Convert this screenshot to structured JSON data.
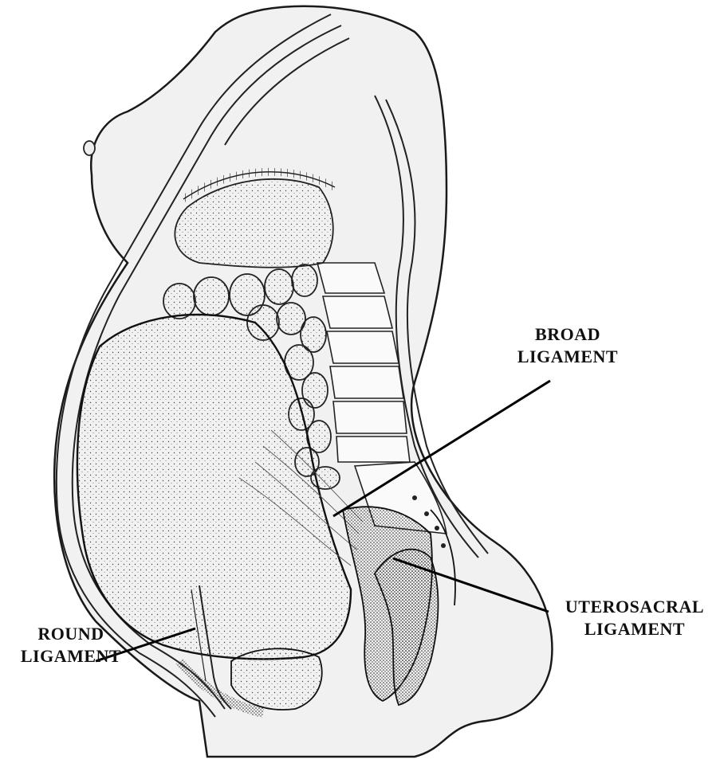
{
  "labels": {
    "broad": {
      "line1": "BROAD",
      "line2": "LIGAMENT"
    },
    "uterosacral": {
      "line1": "UTEROSACRAL",
      "line2": "LIGAMENT"
    },
    "round": {
      "line1": "ROUND",
      "line2": "LIGAMENT"
    }
  }
}
